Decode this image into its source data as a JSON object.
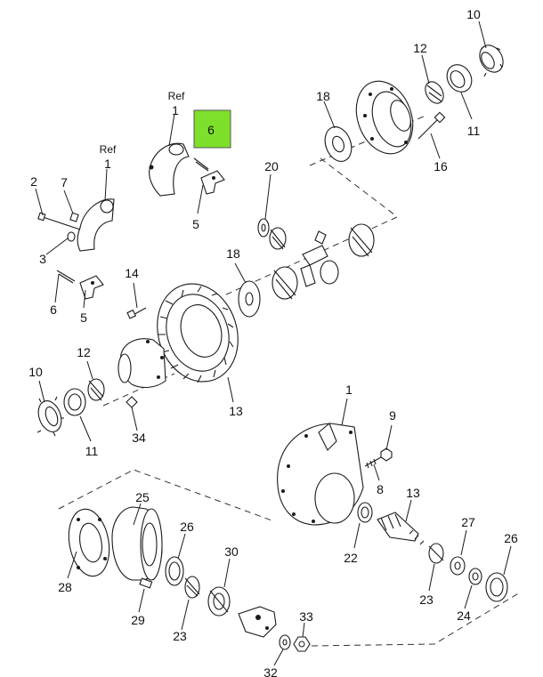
{
  "highlight": {
    "label": "6",
    "color": "#7ee02a"
  },
  "ref_text": "Ref",
  "callouts": {
    "c10a": "10",
    "c12a": "12",
    "c11a": "11",
    "c18a": "18",
    "c16": "16",
    "c1a": "1",
    "c6a": "6",
    "c5a": "5",
    "c1b": "1",
    "c2": "2",
    "c7": "7",
    "c3": "3",
    "c6b": "6",
    "c5b": "5",
    "c20": "20",
    "c18b": "18",
    "c14": "14",
    "c12b": "12",
    "c10b": "10",
    "c13a": "13",
    "c34": "34",
    "c11b": "11",
    "c1c": "1",
    "c9": "9",
    "c8": "8",
    "c13b": "13",
    "c22": "22",
    "c27": "27",
    "c26a": "26",
    "c23a": "23",
    "c24": "24",
    "c25": "25",
    "c26b": "26",
    "c28": "28",
    "c30": "30",
    "c29": "29",
    "c23b": "23",
    "c33": "33",
    "c32": "32"
  },
  "colors": {
    "ink": "#1a1a1a",
    "background": "#ffffff"
  }
}
